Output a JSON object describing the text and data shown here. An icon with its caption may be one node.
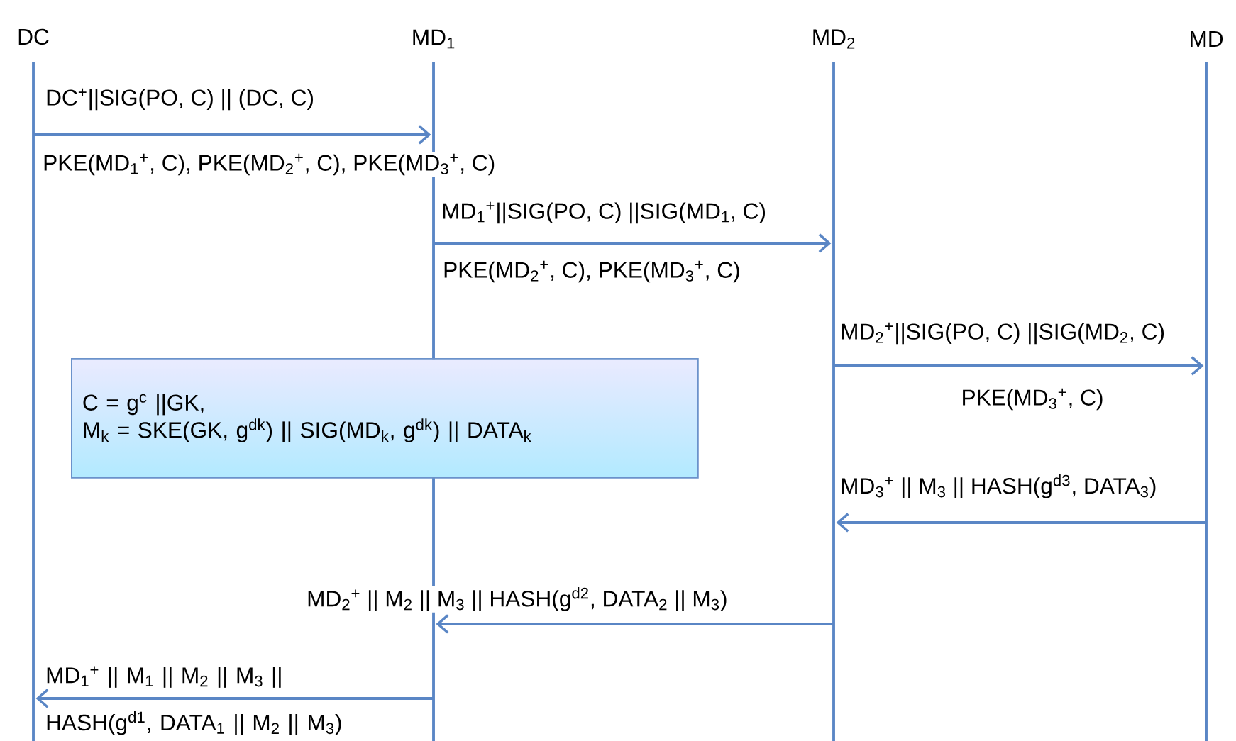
{
  "diagram": {
    "nodes": [
      {
        "text": [
          "DC"
        ]
      },
      {
        "text": [
          "MD$_{1}$"
        ]
      },
      {
        "text": [
          "MD$_{2}$"
        ]
      },
      {
        "text": [
          "MD"
        ]
      },
      {
        "text": [
          "C = g$^{c}$ ||GK,",
          "M$_{k}$ = SKE(GK, g$^{dk}$) || SIG(MD$_{k}$, g$^{dk}$) || DATA$_{k}$"
        ]
      }
    ],
    "edges": [
      {
        "from": 0,
        "to": 1,
        "arrow": "to",
        "label": "DC$^{+}$||SIG(PO, C) || (DC, C)"
      },
      {
        "from": 1,
        "to": 2,
        "arrow": "to",
        "label": "MD$_{1}$$^{+}$||SIG(PO, C) ||SIG(MD$_{1}$, C)"
      },
      {
        "from": 2,
        "to": 3,
        "arrow": "to",
        "label": "MD$_{2}$$^{+}$||SIG(PO, C) ||SIG(MD$_{2}$, C)"
      },
      {
        "from": 3,
        "to": 2,
        "arrow": "to",
        "label": "MD$_{3}$$^{+}$ || M$_{3}$ || HASH(g$^{d3}$, DATA$_{3}$)"
      },
      {
        "from": 2,
        "to": 1,
        "arrow": "to",
        "label": "MD$_{2}$$^{+}$ || M$_{2}$ || M$_{3}$ || HASH(g$^{d2}$, DATA$_{2}$ || M$_{3}$)"
      },
      {
        "from": 1,
        "to": 0,
        "arrow": "to",
        "label": "MD$_{1}$$^{+}$ || M$_{1}$ || M$_{2}$ || M$_{3}$ || HASH(g$^{d1}$, DATA$_{1}$ || M$_{2}$ || M$_{3}$)"
      }
    ],
    "labels": [
      "PKE(MD$_{1}$$^{+}$, C), PKE(MD$_{2}$$^{+}$, C), PKE(MD$_{3}$$^{+}$, C)",
      "PKE(MD$_{2}$$^{+}$, C), PKE(MD$_{3}$$^{+}$, C)",
      "PKE(MD$_{3}$$^{+}$, C)"
    ]
  }
}
